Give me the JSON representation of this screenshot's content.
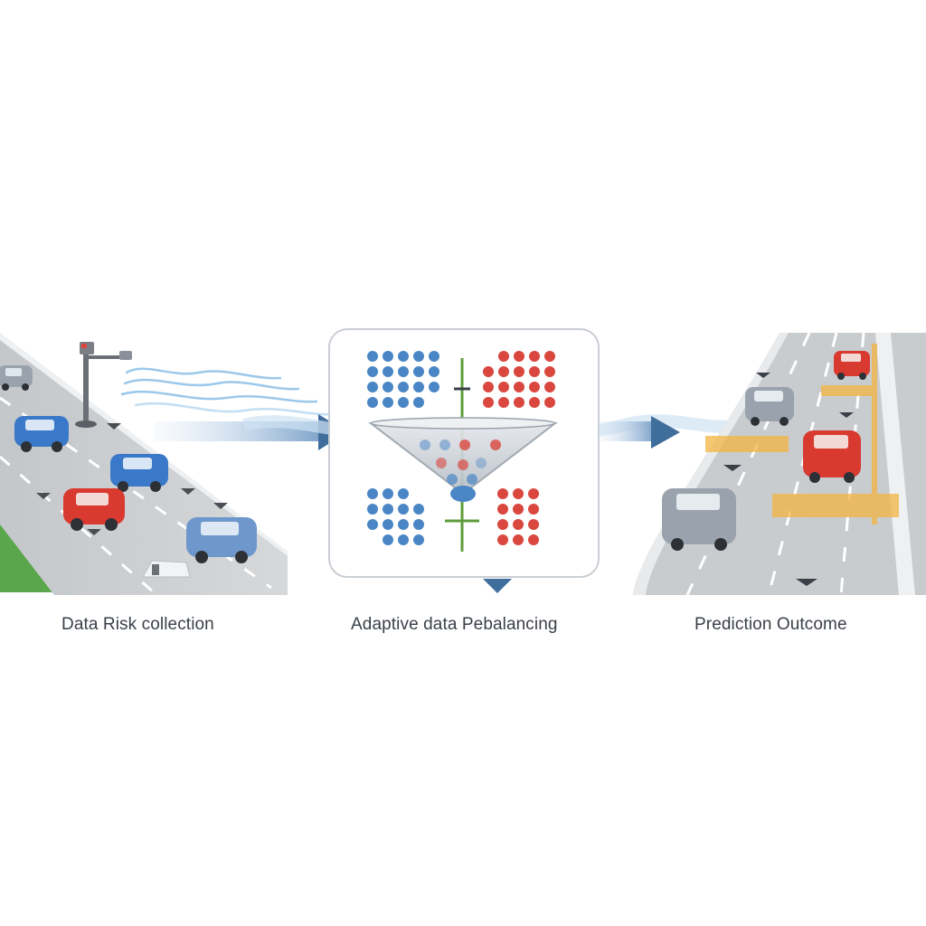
{
  "stages": [
    {
      "id": "collection",
      "caption": "Data Risk collection",
      "icon": "highway-with-sensor-pole"
    },
    {
      "id": "rebalancing",
      "caption": "Adaptive data Pebalancing",
      "icon": "funnel-with-class-dot-clusters"
    },
    {
      "id": "outcome",
      "caption": "Prediction Outcome",
      "icon": "highway-with-highlighted-risk-zones"
    }
  ],
  "flow": {
    "arrows": 3,
    "icons": [
      "right-arrow-icon",
      "right-arrow-icon",
      "down-arrow-icon"
    ]
  },
  "colors": {
    "background": "#ffffff",
    "road": "#c9cccf",
    "road_edge": "#eef0f2",
    "grass": "#5aa64a",
    "arrow": "#3f6d9c",
    "wave": "#9cc8ea",
    "class_blue": "#4a86c5",
    "class_red": "#d9473f",
    "funnel": "#c6cbd2",
    "axis_green": "#5f9c3c",
    "risk_zone": "#f2b440",
    "car_blue": "#3a78c9",
    "car_red": "#d93a30",
    "car_gray": "#9aa3ad",
    "caption_text": "#3a3f48"
  }
}
